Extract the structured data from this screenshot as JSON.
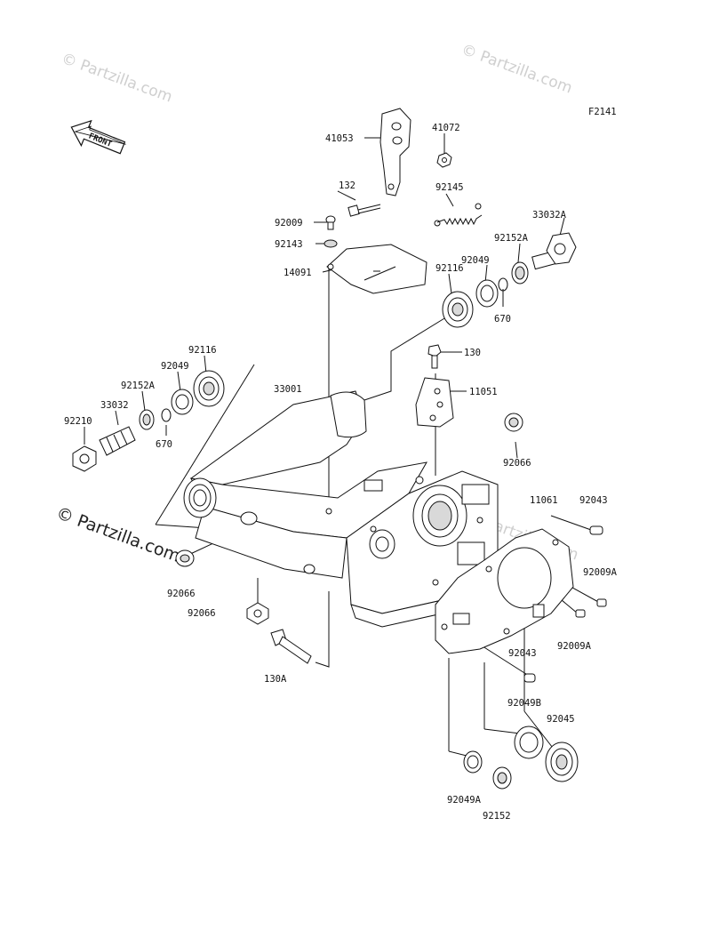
{
  "figure_code": "F2141",
  "front_label": "FRONT",
  "watermark": "© Partzilla.com",
  "parts": {
    "p41053": "41053",
    "p41072": "41072",
    "p132": "132",
    "p92145": "92145",
    "p92009": "92009",
    "p92143": "92143",
    "p14091": "14091",
    "p33032A": "33032A",
    "p92152A_r": "92152A",
    "p92049_r": "92049",
    "p92116_r": "92116",
    "p670_r": "670",
    "p130": "130",
    "p11051": "11051",
    "p92116_l": "92116",
    "p92049_l": "92049",
    "p92152A_l": "92152A",
    "p33032": "33032",
    "p92210": "92210",
    "p670_l": "670",
    "p33001": "33001",
    "p92066_r": "92066",
    "p11061": "11061",
    "p92043_t": "92043",
    "p92009A_1": "92009A",
    "p92009A_2": "92009A",
    "p92066_l": "92066",
    "p92066_b": "92066",
    "p130A": "130A",
    "p92043_b": "92043",
    "p92049B": "92049B",
    "p92045": "92045",
    "p92049A": "92049A",
    "p92152": "92152"
  }
}
